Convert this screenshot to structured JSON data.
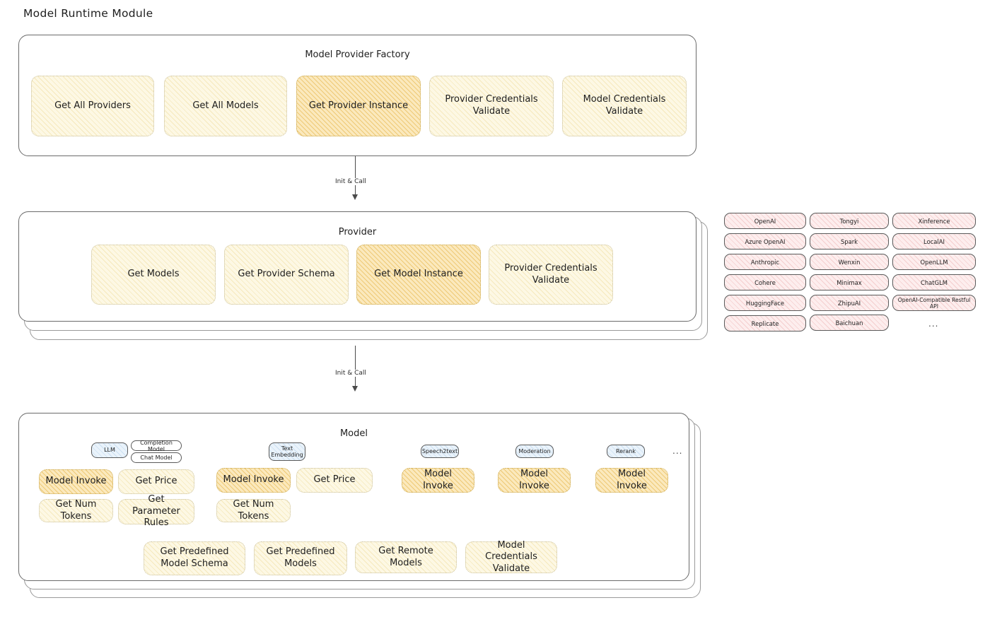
{
  "page": {
    "title": "Model Runtime Module"
  },
  "colors": {
    "highlight_fill": "#fbe9bd",
    "light_fill": "#fdf8e4",
    "provider_chip_fill": "#fdeeee",
    "type_chip_fill": "#eaf3fb",
    "stroke": "#6b6b6b"
  },
  "factory": {
    "title": "Model Provider Factory",
    "nodes": [
      {
        "label": "Get All Providers",
        "highlight": false
      },
      {
        "label": "Get All Models",
        "highlight": false
      },
      {
        "label": "Get Provider Instance",
        "highlight": true
      },
      {
        "label": "Provider Credentials Validate",
        "highlight": false
      },
      {
        "label": "Model Credentials Validate",
        "highlight": false
      }
    ]
  },
  "arrows": [
    {
      "label": "Init & Call"
    },
    {
      "label": "Init & Call"
    }
  ],
  "provider": {
    "title": "Provider",
    "nodes": [
      {
        "label": "Get Models",
        "highlight": false
      },
      {
        "label": "Get Provider Schema",
        "highlight": false
      },
      {
        "label": "Get Model Instance",
        "highlight": true
      },
      {
        "label": "Provider Credentials Validate",
        "highlight": false
      }
    ]
  },
  "provider_list": {
    "columns": [
      {
        "items": [
          "OpenAI",
          "Azure OpenAI",
          "Anthropic",
          "Cohere",
          "HuggingFace",
          "Replicate"
        ]
      },
      {
        "items": [
          "Tongyi",
          "Spark",
          "Wenxin",
          "Minimax",
          "ZhipuAI",
          "Baichuan"
        ]
      },
      {
        "items": [
          "Xinference",
          "LocalAI",
          "OpenLLM",
          "ChatGLM",
          "OpenAI-Compatible Restful API"
        ]
      }
    ],
    "more": "..."
  },
  "model": {
    "title": "Model",
    "more": "...",
    "types": [
      {
        "tag": "LLM",
        "subtags": [
          "Completion Model",
          "Chat Model"
        ],
        "nodes": [
          {
            "label": "Model Invoke",
            "highlight": true
          },
          {
            "label": "Get Price",
            "highlight": false
          },
          {
            "label": "Get Num Tokens",
            "highlight": false
          },
          {
            "label": "Get Parameter Rules",
            "highlight": false
          }
        ]
      },
      {
        "tag": "Text Embedding",
        "subtags": [],
        "nodes": [
          {
            "label": "Model Invoke",
            "highlight": true
          },
          {
            "label": "Get Price",
            "highlight": false
          },
          {
            "label": "Get Num Tokens",
            "highlight": false
          }
        ]
      },
      {
        "tag": "Speech2text",
        "subtags": [],
        "nodes": [
          {
            "label": "Model Invoke",
            "highlight": true
          }
        ]
      },
      {
        "tag": "Moderation",
        "subtags": [],
        "nodes": [
          {
            "label": "Model Invoke",
            "highlight": true
          }
        ]
      },
      {
        "tag": "Rerank",
        "subtags": [],
        "nodes": [
          {
            "label": "Model Invoke",
            "highlight": true
          }
        ]
      }
    ],
    "common_nodes": [
      {
        "label": "Get Predefined Model Schema",
        "highlight": false
      },
      {
        "label": "Get Predefined Models",
        "highlight": false
      },
      {
        "label": "Get Remote Models",
        "highlight": false
      },
      {
        "label": "Model Credentials Validate",
        "highlight": false
      }
    ]
  }
}
